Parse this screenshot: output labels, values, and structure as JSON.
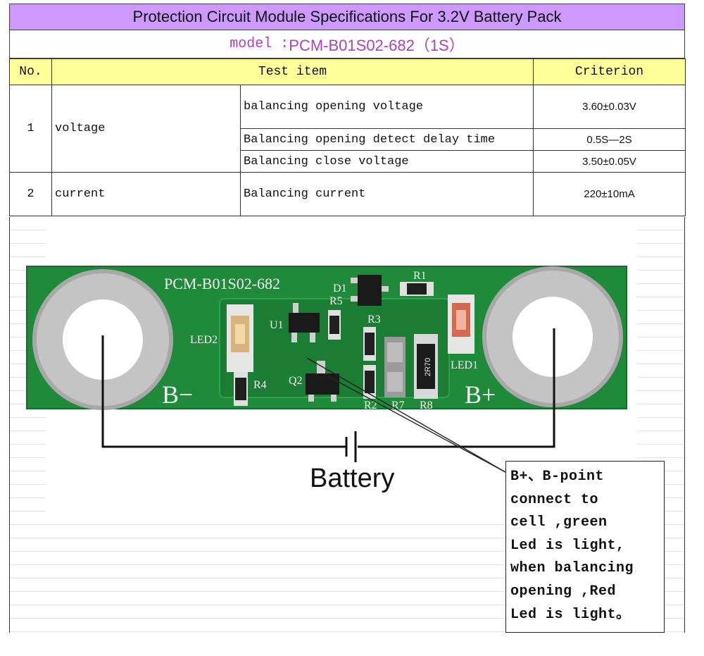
{
  "title": "Protection Circuit Module Specifications  For 3.2V Battery Pack",
  "model": {
    "label": "model :",
    "value": "PCM-B01S02-682（1S）"
  },
  "table": {
    "headers": {
      "no": "No.",
      "test_item": "Test   item",
      "criterion": "Criterion"
    },
    "groups": [
      {
        "no": "1",
        "category": "voltage",
        "rows": [
          {
            "item": "balancing opening voltage",
            "criterion": "3.60±0.03V"
          },
          {
            "item": "Balancing opening detect delay time",
            "criterion": "0.5S—2S"
          },
          {
            "item": "Balancing close voltage",
            "criterion": "3.50±0.05V"
          }
        ]
      },
      {
        "no": "2",
        "category": "current",
        "rows": [
          {
            "item": "Balancing current",
            "criterion": "220±10mA"
          }
        ]
      }
    ]
  },
  "board": {
    "silkscreen_model": "PCM-B01S02-682",
    "labels": {
      "d1": "D1",
      "r1": "R1",
      "r5": "R5",
      "u1": "U1",
      "r3": "R3",
      "led2": "LED2",
      "led1": "LED1",
      "r4": "R4",
      "q2": "Q2",
      "r2": "R2",
      "r7": "R7",
      "r8": "R8",
      "b_minus": "B−",
      "b_plus": "B+"
    },
    "part_marks": {
      "r8": "2R70"
    },
    "colors": {
      "pcb": "#1f8a3a",
      "pad": "#b9b9b9",
      "silk": "#f2f2f2"
    }
  },
  "battery_label": "Battery",
  "note": "B+、B-point\nconnect to\ncell ,green\nLed is light,\nwhen balancing\nopening ,Red\nLed is light。"
}
